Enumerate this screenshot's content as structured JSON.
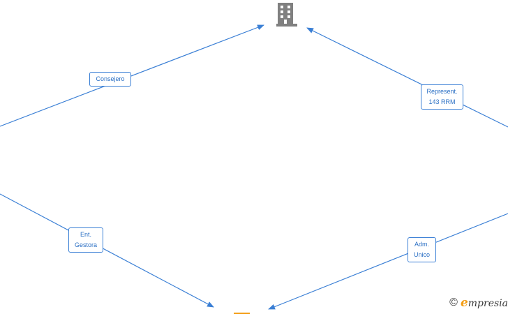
{
  "nodes": {
    "company": {
      "icon": "building-icon",
      "color": "#808080"
    },
    "bottom_node": {
      "icon": "orange-node-icon",
      "color": "#f39c12"
    }
  },
  "edges": [
    {
      "id": "consejero",
      "lines": [
        "Consejero"
      ]
    },
    {
      "id": "represent",
      "lines": [
        "Represent.",
        "143 RRM"
      ]
    },
    {
      "id": "ent-gestora",
      "lines": [
        "Ent.",
        "Gestora"
      ]
    },
    {
      "id": "adm-unico",
      "lines": [
        "Adm.",
        "Unico"
      ]
    }
  ],
  "colors": {
    "edge": "#3a7fd5",
    "label_text": "#2a6fc4"
  },
  "watermark": {
    "symbol": "©",
    "brand_initial": "e",
    "brand_rest": "mpresia"
  }
}
